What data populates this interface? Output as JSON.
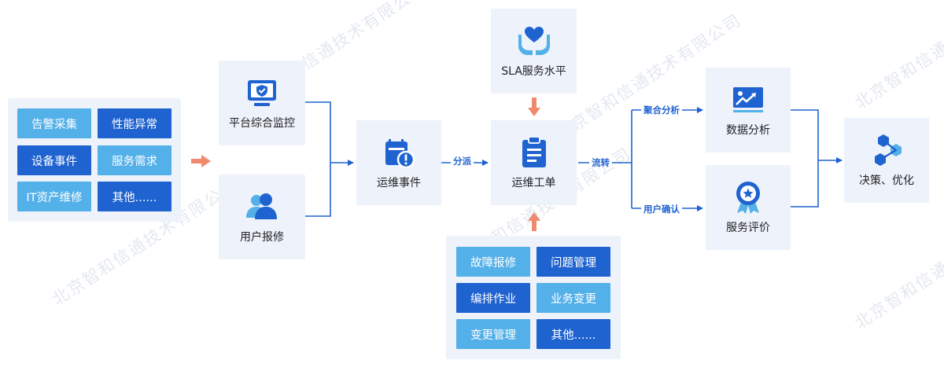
{
  "watermark": "北京智和信通技术有限公司",
  "sources": {
    "chips": [
      {
        "label": "告警采集",
        "tone": "light"
      },
      {
        "label": "性能异常",
        "tone": "dark"
      },
      {
        "label": "设备事件",
        "tone": "dark"
      },
      {
        "label": "服务需求",
        "tone": "light"
      },
      {
        "label": "IT资产维修",
        "tone": "light"
      },
      {
        "label": "其他......",
        "tone": "dark"
      }
    ]
  },
  "monitor": {
    "label": "平台综合监控",
    "icon": "monitor-shield-icon"
  },
  "user_report": {
    "label": "用户报修",
    "icon": "users-icon"
  },
  "ops_event": {
    "label": "运维事件",
    "icon": "calendar-alert-icon"
  },
  "sla": {
    "label": "SLA服务水平",
    "icon": "heart-hands-icon"
  },
  "ticket": {
    "label": "运维工单",
    "icon": "clipboard-icon"
  },
  "ticket_types": {
    "chips": [
      {
        "label": "故障报修",
        "tone": "light"
      },
      {
        "label": "问题管理",
        "tone": "dark"
      },
      {
        "label": "编排作业",
        "tone": "dark"
      },
      {
        "label": "业务变更",
        "tone": "light"
      },
      {
        "label": "变更管理",
        "tone": "light"
      },
      {
        "label": "其他......",
        "tone": "dark"
      }
    ]
  },
  "data_analysis": {
    "label": "数据分析",
    "icon": "chart-screen-icon"
  },
  "service_eval": {
    "label": "服务评价",
    "icon": "award-badge-icon"
  },
  "decision": {
    "label": "决策、优化",
    "icon": "hexagon-network-icon"
  },
  "edges": {
    "dispatch": "分派",
    "flow": "流转",
    "aggregate": "聚合分析",
    "user_confirm": "用户确认"
  },
  "colors": {
    "primary": "#1f63d0",
    "light": "#54b0e8",
    "panel": "#edf2fb",
    "arrow_orange": "#f08a6e"
  }
}
